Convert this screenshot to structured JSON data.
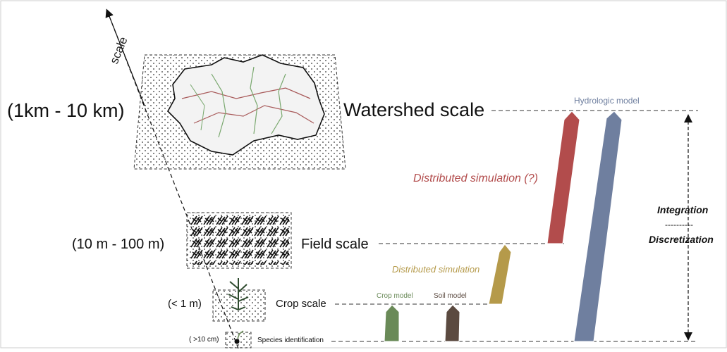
{
  "axis": {
    "label": "scale"
  },
  "scales": [
    {
      "range": "(1km - 10 km)",
      "name": "Watershed scale"
    },
    {
      "range": "(10 m - 100 m)",
      "name": "Field scale"
    },
    {
      "range": "(< 1 m)",
      "name": "Crop scale"
    },
    {
      "range": "( >10 cm)",
      "name": "Species identification"
    }
  ],
  "models": {
    "hydrologic": {
      "label": "Hydrologic model",
      "color": "#6f7f9f"
    },
    "distributed_q": {
      "label": "Distributed simulation (?)",
      "color": "#b24c4c"
    },
    "distributed": {
      "label": "Distributed simulation",
      "color": "#b59a4a"
    },
    "crop": {
      "label": "Crop model",
      "color": "#6a8a58"
    },
    "soil": {
      "label": "Soil model",
      "color": "#5b4a40"
    }
  },
  "integration": {
    "top": "Integration",
    "dashes": "----------",
    "bottom": "Discretization"
  }
}
